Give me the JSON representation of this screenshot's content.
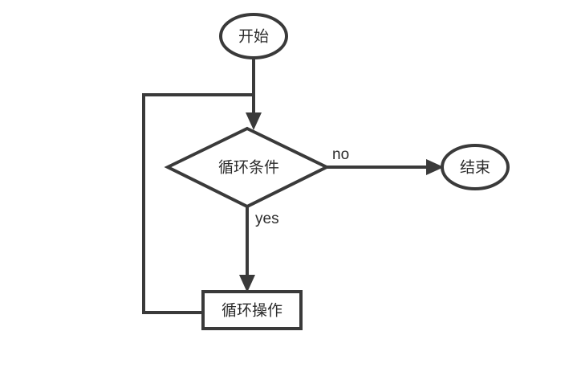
{
  "diagram": {
    "title": "",
    "type": "flowchart",
    "background_color": "#ffffff",
    "stroke_color": "#3a3a3a",
    "text_color": "#2b2b2b",
    "nodes": [
      {
        "id": "start",
        "shape": "ellipse",
        "label": "开始"
      },
      {
        "id": "condition",
        "shape": "diamond",
        "label": "循环条件"
      },
      {
        "id": "operation",
        "shape": "rectangle",
        "label": "循环操作"
      },
      {
        "id": "end",
        "shape": "ellipse",
        "label": "结束"
      }
    ],
    "edges": [
      {
        "id": "start-to-condition",
        "from": "start",
        "to": "condition",
        "label": ""
      },
      {
        "id": "condition-to-end",
        "from": "condition",
        "to": "end",
        "label": "no"
      },
      {
        "id": "condition-to-operation",
        "from": "condition",
        "to": "operation",
        "label": "yes"
      },
      {
        "id": "operation-to-condition",
        "from": "operation",
        "to": "condition",
        "label": ""
      }
    ]
  }
}
